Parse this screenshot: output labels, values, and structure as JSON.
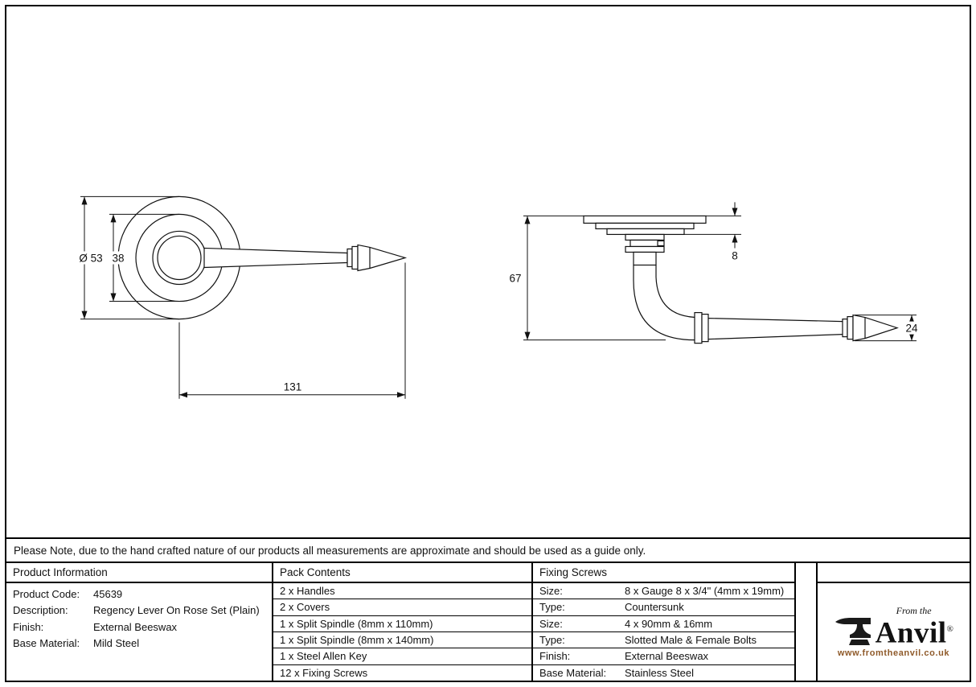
{
  "note": "Please Note, due to the hand crafted nature of our products all measurements are approximate and should be used as a guide only.",
  "colors": {
    "ink": "#111111",
    "brand_url": "#8f5a2a"
  },
  "drawing": {
    "front_view": {
      "diameter_label": "Ø 53",
      "inner_diameter_label": "38",
      "length_label": "131"
    },
    "side_view": {
      "rose_thickness_label": "8",
      "projection_label": "67",
      "grip_label": "24"
    }
  },
  "table": {
    "product_information": {
      "header": "Product Information",
      "rows": [
        {
          "label": "Product Code:",
          "value": "45639"
        },
        {
          "label": "Description:",
          "value": "Regency Lever On Rose Set (Plain)"
        },
        {
          "label": "Finish:",
          "value": "External Beeswax"
        },
        {
          "label": "Base Material:",
          "value": "Mild Steel"
        }
      ]
    },
    "pack_contents": {
      "header": "Pack Contents",
      "items": [
        "2 x Handles",
        "2 x Covers",
        "1 x Split Spindle (8mm x 110mm)",
        "1 x Split Spindle (8mm x 140mm)",
        "1 x Steel Allen Key",
        "12 x Fixing Screws"
      ]
    },
    "fixing_screws": {
      "header": "Fixing Screws",
      "rows": [
        {
          "label": "Size:",
          "value": "8 x Gauge 8 x 3/4\" (4mm x 19mm)"
        },
        {
          "label": "Type:",
          "value": "Countersunk"
        },
        {
          "label": "Size:",
          "value": "4 x 90mm & 16mm"
        },
        {
          "label": "Type:",
          "value": "Slotted Male & Female Bolts"
        },
        {
          "label": "Finish:",
          "value": "External Beeswax"
        },
        {
          "label": "Base Material:",
          "value": "Stainless Steel"
        }
      ]
    }
  },
  "logo": {
    "tagline": "From the",
    "name": "Anvil",
    "registered": "®",
    "url": "www.fromtheanvil.co.uk"
  }
}
